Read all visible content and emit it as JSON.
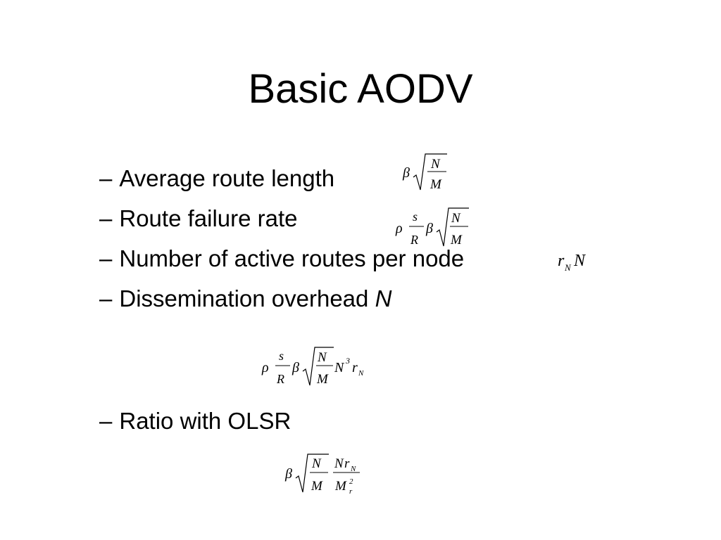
{
  "slide": {
    "title": "Basic AODV",
    "bullets": [
      {
        "dash": "–",
        "text": "Average route length"
      },
      {
        "dash": "–",
        "text": "Route failure rate"
      },
      {
        "dash": "–",
        "text": "Number of active routes per node"
      },
      {
        "dash": "–",
        "text": "Dissemination overhead ",
        "italic_suffix": "N"
      },
      {
        "dash": "–",
        "text": "Ratio with OLSR"
      }
    ],
    "equations": {
      "avg_route_length": {
        "beta": "β",
        "num": "N",
        "den": "M"
      },
      "route_failure_rate": {
        "rho": "ρ",
        "s": "s",
        "R": "R",
        "beta": "β",
        "num": "N",
        "den": "M"
      },
      "active_routes": {
        "r": "r",
        "sub": "N",
        "N": "N"
      },
      "overhead": {
        "rho": "ρ",
        "s": "s",
        "R": "R",
        "beta": "β",
        "num": "N",
        "den": "M",
        "N": "N",
        "exp": "3",
        "r": "r",
        "sub": "N"
      },
      "ratio_olsr": {
        "beta": "β",
        "num": "N",
        "den": "M",
        "frac_num_N": "N",
        "frac_num_r": "r",
        "frac_num_sub": "N",
        "frac_den_M": "M",
        "frac_den_sub": "r",
        "frac_den_sup": "2"
      }
    }
  }
}
